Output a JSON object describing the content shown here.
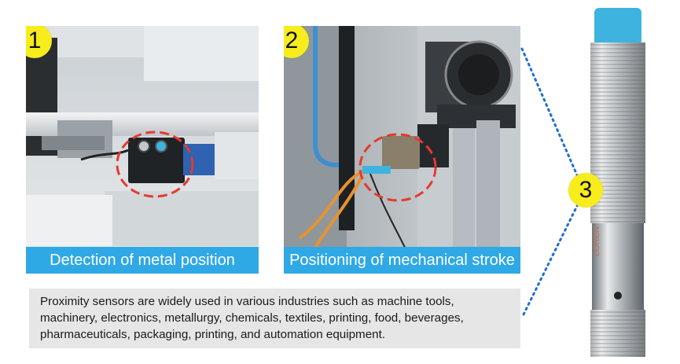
{
  "panels": [
    {
      "number": "1",
      "caption": "Detection of metal position"
    },
    {
      "number": "2",
      "caption": "Positioning of mechanical stroke"
    }
  ],
  "sensor": {
    "number": "3",
    "brand_engraving": "LOREN"
  },
  "description": {
    "lines": [
      "Proximity sensors are widely used in various industries such as machine tools,",
      "machinery, electronics, metallurgy, chemicals, textiles, printing, food, beverages,",
      "pharmaceuticals, packaging, printing, and automation equipment."
    ]
  },
  "colors": {
    "caption_bg": "#2fa8e6",
    "badge": "#f7ec1c",
    "highlight_circle": "#e53a2e",
    "dotted_line": "#1f6fd1",
    "sensor_cap": "#3fb3e0"
  }
}
